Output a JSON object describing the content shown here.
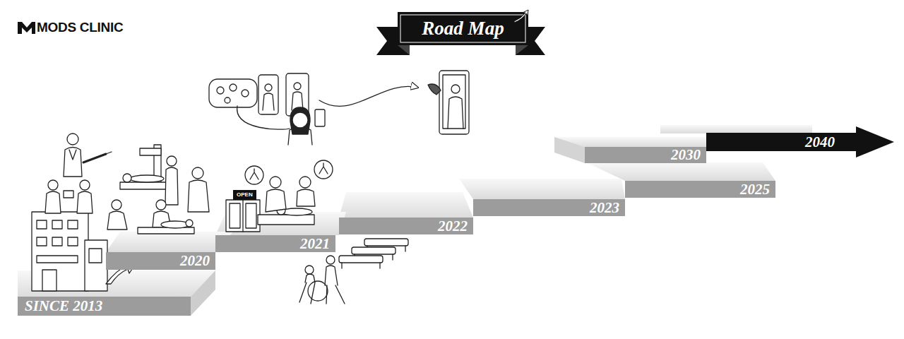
{
  "diagram": {
    "title": "Road Map",
    "nodes": [
      {
        "text": [
          "SINCE 2013"
        ]
      },
      {
        "text": [
          "2020"
        ]
      },
      {
        "text": [
          "2021"
        ]
      },
      {
        "text": [
          "2022"
        ]
      },
      {
        "text": [
          "2023"
        ]
      },
      {
        "text": [
          "2025"
        ]
      },
      {
        "text": [
          "2030"
        ]
      },
      {
        "text": [
          "2040"
        ]
      }
    ],
    "labels": [
      "MODS CLINIC",
      "OPEN"
    ]
  }
}
